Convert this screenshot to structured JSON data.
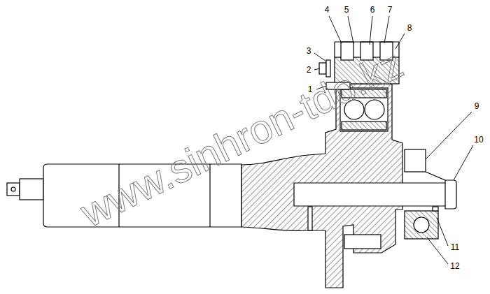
{
  "diagram": {
    "labels": [
      "1",
      "2",
      "3",
      "4",
      "5",
      "6",
      "7",
      "8",
      "9",
      "10",
      "11",
      "12",
      "www.sinhron-tdo.kz"
    ]
  }
}
